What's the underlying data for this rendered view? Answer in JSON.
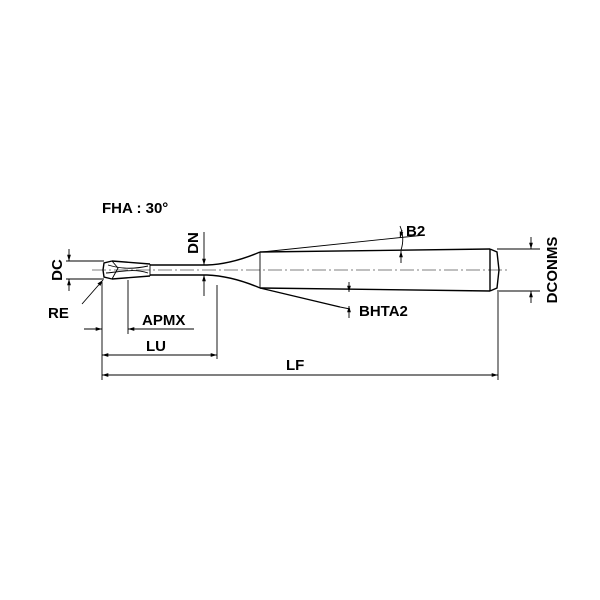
{
  "diagram": {
    "fha_label": "FHA : 30°",
    "labels": {
      "dc": "DC",
      "re": "RE",
      "apmx": "APMX",
      "lu": "LU",
      "lf": "LF",
      "dn": "DN",
      "b2": "B2",
      "bhta2": "BHTA2",
      "dconms": "DCONMS"
    }
  }
}
